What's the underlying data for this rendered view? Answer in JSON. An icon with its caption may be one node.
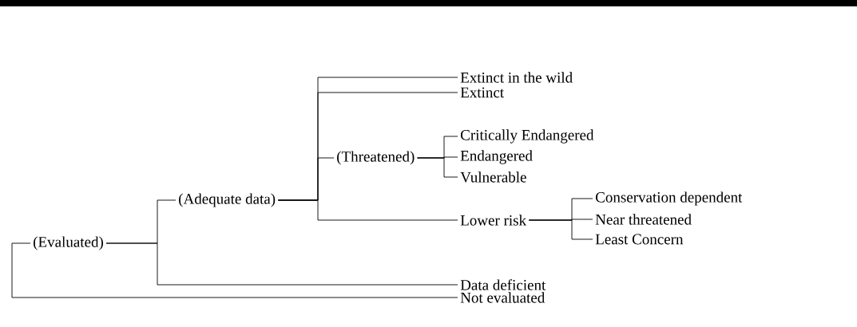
{
  "diagram": {
    "nodes": [
      {
        "text": [
          "(Evaluated)"
        ]
      },
      {
        "text": [
          "(Adequate data)"
        ]
      },
      {
        "text": [
          "Extinct in the wild"
        ]
      },
      {
        "text": [
          "Extinct"
        ]
      },
      {
        "text": [
          "(Threatened)"
        ]
      },
      {
        "text": [
          "Critically Endangered"
        ]
      },
      {
        "text": [
          "Endangered"
        ]
      },
      {
        "text": [
          "Vulnerable"
        ]
      },
      {
        "text": [
          "Lower risk"
        ]
      },
      {
        "text": [
          "Conservation dependent"
        ]
      },
      {
        "text": [
          "Near threatened"
        ]
      },
      {
        "text": [
          "Least Concern"
        ]
      },
      {
        "text": [
          "Data deficient"
        ]
      },
      {
        "text": [
          "Not evaluated"
        ]
      }
    ],
    "edges": [
      {
        "from": null,
        "to": 0,
        "arrow": "none"
      },
      {
        "from": null,
        "to": 13,
        "arrow": "none"
      },
      {
        "from": 0,
        "to": 1,
        "arrow": "none"
      },
      {
        "from": 0,
        "to": 12,
        "arrow": "none"
      },
      {
        "from": 1,
        "to": 2,
        "arrow": "none"
      },
      {
        "from": 1,
        "to": 3,
        "arrow": "none"
      },
      {
        "from": 1,
        "to": 4,
        "arrow": "none"
      },
      {
        "from": 1,
        "to": 8,
        "arrow": "none"
      },
      {
        "from": 4,
        "to": 5,
        "arrow": "none"
      },
      {
        "from": 4,
        "to": 6,
        "arrow": "none"
      },
      {
        "from": 4,
        "to": 7,
        "arrow": "none"
      },
      {
        "from": 8,
        "to": 9,
        "arrow": "none"
      },
      {
        "from": 8,
        "to": 10,
        "arrow": "none"
      },
      {
        "from": 8,
        "to": 11,
        "arrow": "none"
      }
    ]
  }
}
